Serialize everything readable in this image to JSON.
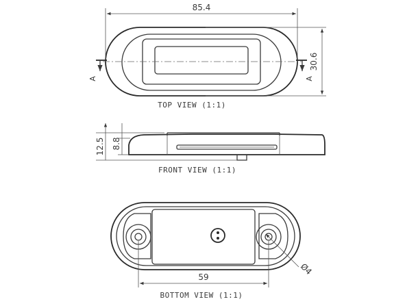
{
  "dimensions": {
    "overall_length": "85.4",
    "overall_width": "30.6",
    "total_height": "12.5",
    "body_height": "8.8",
    "hole_spacing": "59",
    "hole_diameter": "Ø4"
  },
  "section_markers": {
    "left": "A",
    "right": "A"
  },
  "views": {
    "top": "TOP VIEW (1:1)",
    "front": "FRONT VIEW (1:1)",
    "bottom": "BOTTOM VIEW (1:1)"
  }
}
